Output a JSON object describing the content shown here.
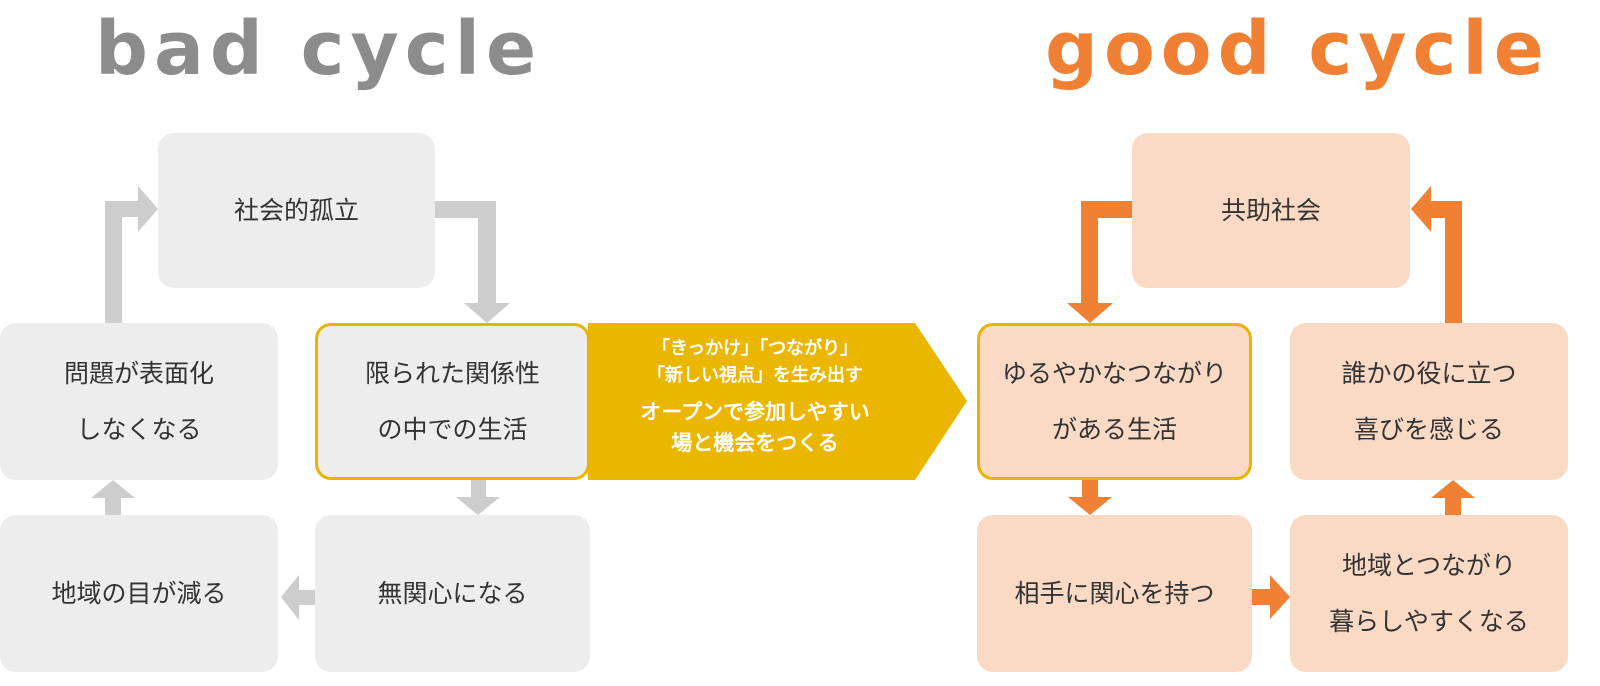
{
  "bad_cycle": {
    "title": "bad cycle",
    "color": "#8c8c8c",
    "nodes": {
      "isolation": "社会的孤立",
      "limited_life_1": "限られた関係性",
      "limited_life_2": "の中での生活",
      "indifference": "無関心になる",
      "fewer_eyes": "地域の目が減る",
      "hidden_1": "問題が表面化",
      "hidden_2": "しなくなる"
    }
  },
  "intervention": {
    "line1": "「きっかけ」「つながり」",
    "line2": "「新しい視点」を生み出す",
    "line3": "オープンで参加しやすい",
    "line4": "場と機会をつくる",
    "color": "#ebb600"
  },
  "good_cycle": {
    "title": "good cycle",
    "color": "#f08033",
    "nodes": {
      "mutual_aid": "共助社会",
      "loose_ties_1": "ゆるやかなつながり",
      "loose_ties_2": "がある生活",
      "interest": "相手に関心を持つ",
      "livable_1": "地域とつながり",
      "livable_2": "暮らしやすくなる",
      "joy_1": "誰かの役に立つ",
      "joy_2": "喜びを感じる"
    }
  }
}
